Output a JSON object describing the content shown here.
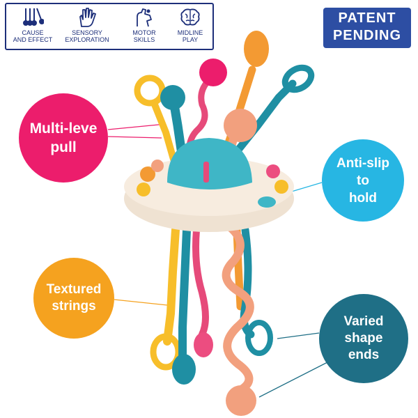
{
  "benefits": [
    {
      "label": "CAUSE\nAND EFFECT",
      "icon": "pendulum-icon"
    },
    {
      "label": "SENSORY\nEXPLORATION",
      "icon": "hand-icon"
    },
    {
      "label": "MOTOR\nSKILLS",
      "icon": "fingers-icon"
    },
    {
      "label": "MIDLINE\nPLAY",
      "icon": "brain-icon"
    }
  ],
  "badge": {
    "line1": "PATENT",
    "line2": "PENDING"
  },
  "features": [
    {
      "text": "Multi-leve\npull",
      "color": "#ec1d6c"
    },
    {
      "text": "Anti-slip\nto\nhold",
      "color": "#27b6e3"
    },
    {
      "text": "Textured\nstrings",
      "color": "#f5a21f"
    },
    {
      "text": "Varied\nshape\nends",
      "color": "#1f6f86"
    }
  ],
  "colors": {
    "navy": "#1d2f7a",
    "badge": "#2d4ea3",
    "teal": "#3fb6c6",
    "orange": "#f39a33",
    "pink": "#e64a7a",
    "peach": "#f2a07e",
    "yellow": "#f7be2a",
    "cream": "#f7ecdf"
  }
}
